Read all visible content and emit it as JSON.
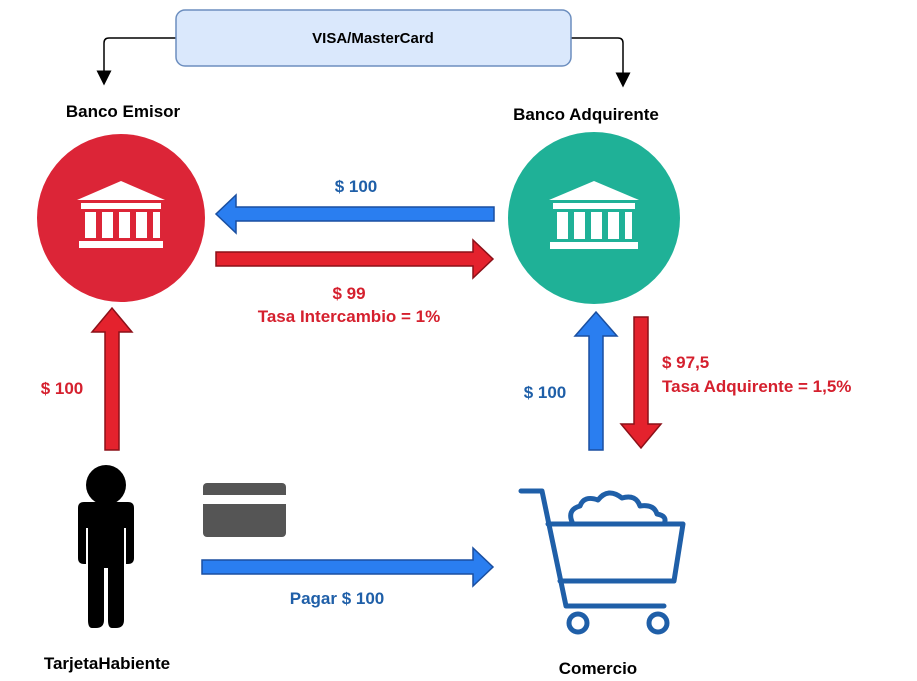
{
  "network_box": {
    "label": "VISA/MasterCard"
  },
  "nodes": {
    "issuer": {
      "label": "Banco Emisor",
      "icon": "bank-icon"
    },
    "acquirer": {
      "label": "Banco Adquirente",
      "icon": "bank-icon"
    },
    "cardholder": {
      "label": "TarjetaHabiente",
      "icon": "person-icon"
    },
    "merchant": {
      "label": "Comercio",
      "icon": "shopping-cart-icon"
    },
    "card": {
      "icon": "credit-card-icon"
    }
  },
  "flows": {
    "acquirer_to_issuer": {
      "amount": "$ 100"
    },
    "issuer_to_acquirer": {
      "amount": "$ 99",
      "fee": "Tasa Intercambio = 1%"
    },
    "cardholder_to_issuer": {
      "amount": "$ 100"
    },
    "merchant_to_acquirer": {
      "amount": "$ 100"
    },
    "acquirer_to_merchant": {
      "amount": "$ 97,5",
      "fee": "Tasa Adquirente = 1,5%"
    },
    "cardholder_to_merchant": {
      "amount": "Pagar $ 100"
    }
  },
  "colors": {
    "red": "#e4222d",
    "blue": "#2a7ef0",
    "issuer_circle": "#dc2537",
    "acquirer_circle": "#1fb197",
    "box_fill": "#dae8fc",
    "box_stroke": "#6c8ebf",
    "text_blue": "#1f5fa8",
    "text_red": "#d5202e",
    "cart_blue": "#1f5fa8",
    "card_gray": "#555555"
  }
}
